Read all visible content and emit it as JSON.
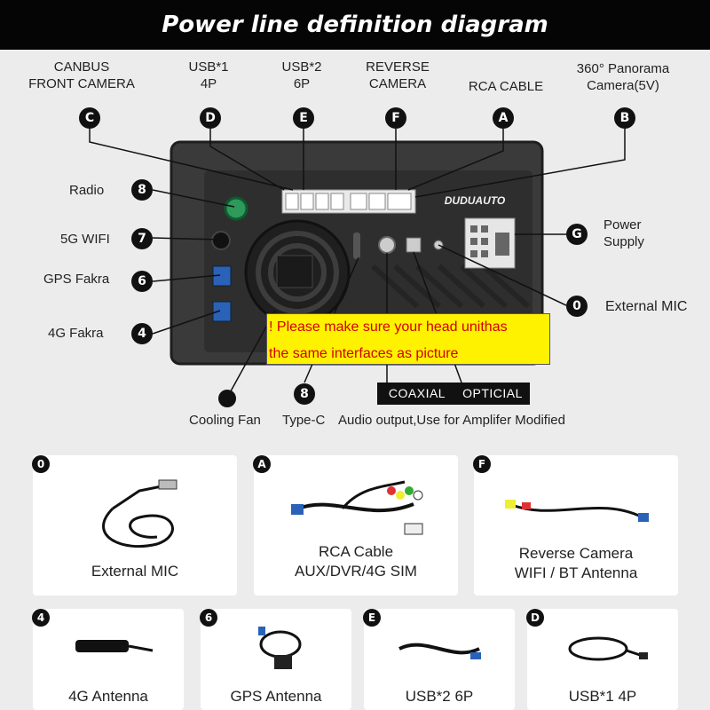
{
  "title": "Power line definition diagram",
  "top_labels": [
    {
      "id": "C",
      "line1": "CANBUS",
      "line2": "FRONT CAMERA"
    },
    {
      "id": "D",
      "line1": "USB*1",
      "line2": "4P"
    },
    {
      "id": "E",
      "line1": "USB*2",
      "line2": "6P"
    },
    {
      "id": "F",
      "line1": "REVERSE",
      "line2": "CAMERA"
    },
    {
      "id": "A",
      "line1": "RCA CABLE",
      "line2": ""
    },
    {
      "id": "B",
      "line1": "360° Panorama",
      "line2": "Camera(5V)"
    }
  ],
  "left_labels": [
    {
      "id": "8",
      "text": "Radio"
    },
    {
      "id": "7",
      "text": "5G WIFI"
    },
    {
      "id": "6",
      "text": "GPS Fakra"
    },
    {
      "id": "4",
      "text": "4G  Fakra"
    }
  ],
  "right_labels": [
    {
      "id": "G",
      "line1": "Power",
      "line2": "Supply"
    },
    {
      "id": "0",
      "line1": "External MIC",
      "line2": ""
    }
  ],
  "brand": "DUDUAUTO",
  "note": {
    "line1": "! Please make sure your head unithas",
    "line2": "the same interfaces as picture"
  },
  "bottom_labels": {
    "cooling_fan": "Cooling Fan",
    "typec_id": "8",
    "typec": "Type-C",
    "coaxial": "COAXIAL",
    "optical": "OPTICIAL",
    "audio_output": "Audio output,Use for Amplifer Modified"
  },
  "cards_row1": [
    {
      "id": "0",
      "line1": "External MIC",
      "line2": ""
    },
    {
      "id": "A",
      "line1": "RCA Cable",
      "line2": "AUX/DVR/4G SIM"
    },
    {
      "id": "F",
      "line1": "Reverse Camera",
      "line2": "WIFI / BT Antenna"
    }
  ],
  "cards_row2": [
    {
      "id": "4",
      "line1": "4G Antenna"
    },
    {
      "id": "6",
      "line1": "GPS Antenna"
    },
    {
      "id": "E",
      "line1": "USB*2  6P"
    },
    {
      "id": "D",
      "line1": "USB*1  4P"
    }
  ],
  "colors": {
    "background": "#ececec",
    "title_bar": "#050505",
    "note_fill": "#fff200",
    "note_text": "#d30000",
    "device_body": "#3a3a3a",
    "fakra_blue": "#2a62b8",
    "radio_green": "#2e9a5a"
  }
}
